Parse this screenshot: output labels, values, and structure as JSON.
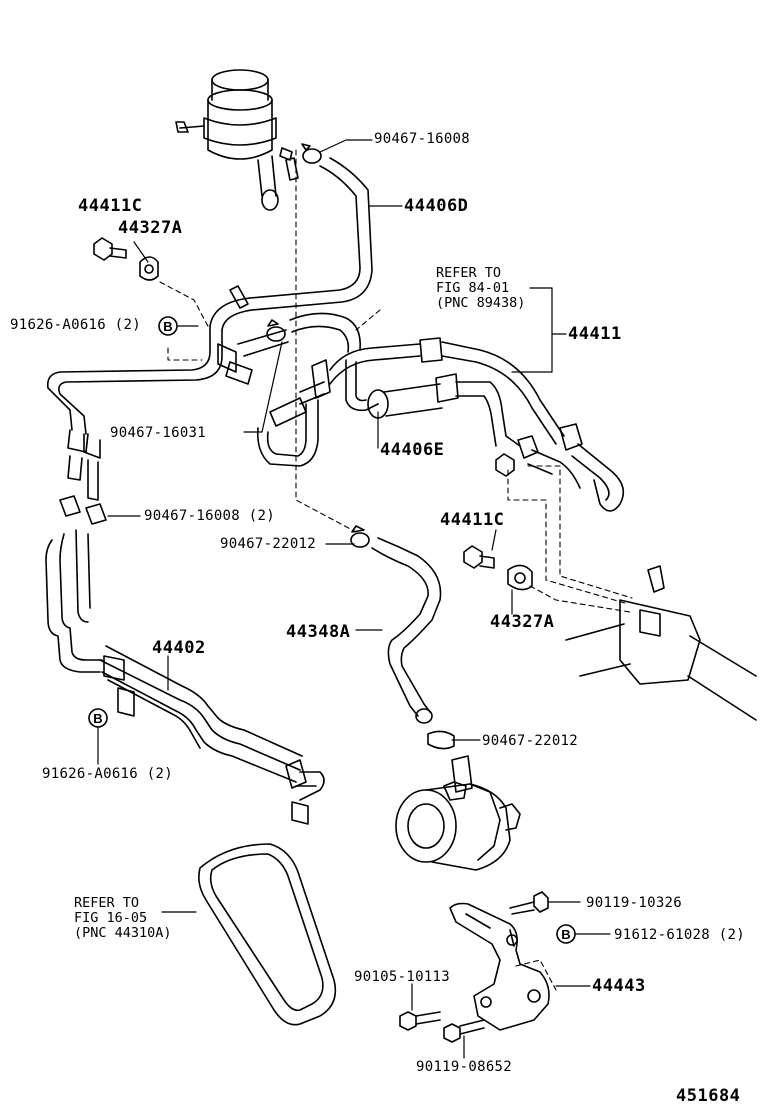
{
  "labels": {
    "p90467_16008_top": "90467-16008",
    "p44406D": "44406D",
    "p44411C_top": "44411C",
    "p44327A_top": "44327A",
    "refer_fig84": "REFER TO\nFIG 84-01\n(PNC 89438)",
    "p44411": "44411",
    "p91626_A0616_top": "91626-A0616 (2)",
    "p90467_16031": "90467-16031",
    "p44406E": "44406E",
    "p90467_16008_2": "90467-16008 (2)",
    "p44411C_right": "44411C",
    "p90467_22012_a": "90467-22012",
    "p44327A_right": "44327A",
    "p44348A": "44348A",
    "p44402": "44402",
    "p90467_22012_b": "90467-22012",
    "p91626_A0616_bottom": "91626-A0616 (2)",
    "refer_fig16": "REFER TO\nFIG 16-05\n(PNC 44310A)",
    "p90119_10326": "90119-10326",
    "p91612_61028": "91612-61028 (2)",
    "p90105_10113": "90105-10113",
    "p44443": "44443",
    "p90119_08652": "90119-08652",
    "figure_number": "451684"
  },
  "callout_letter": "B"
}
